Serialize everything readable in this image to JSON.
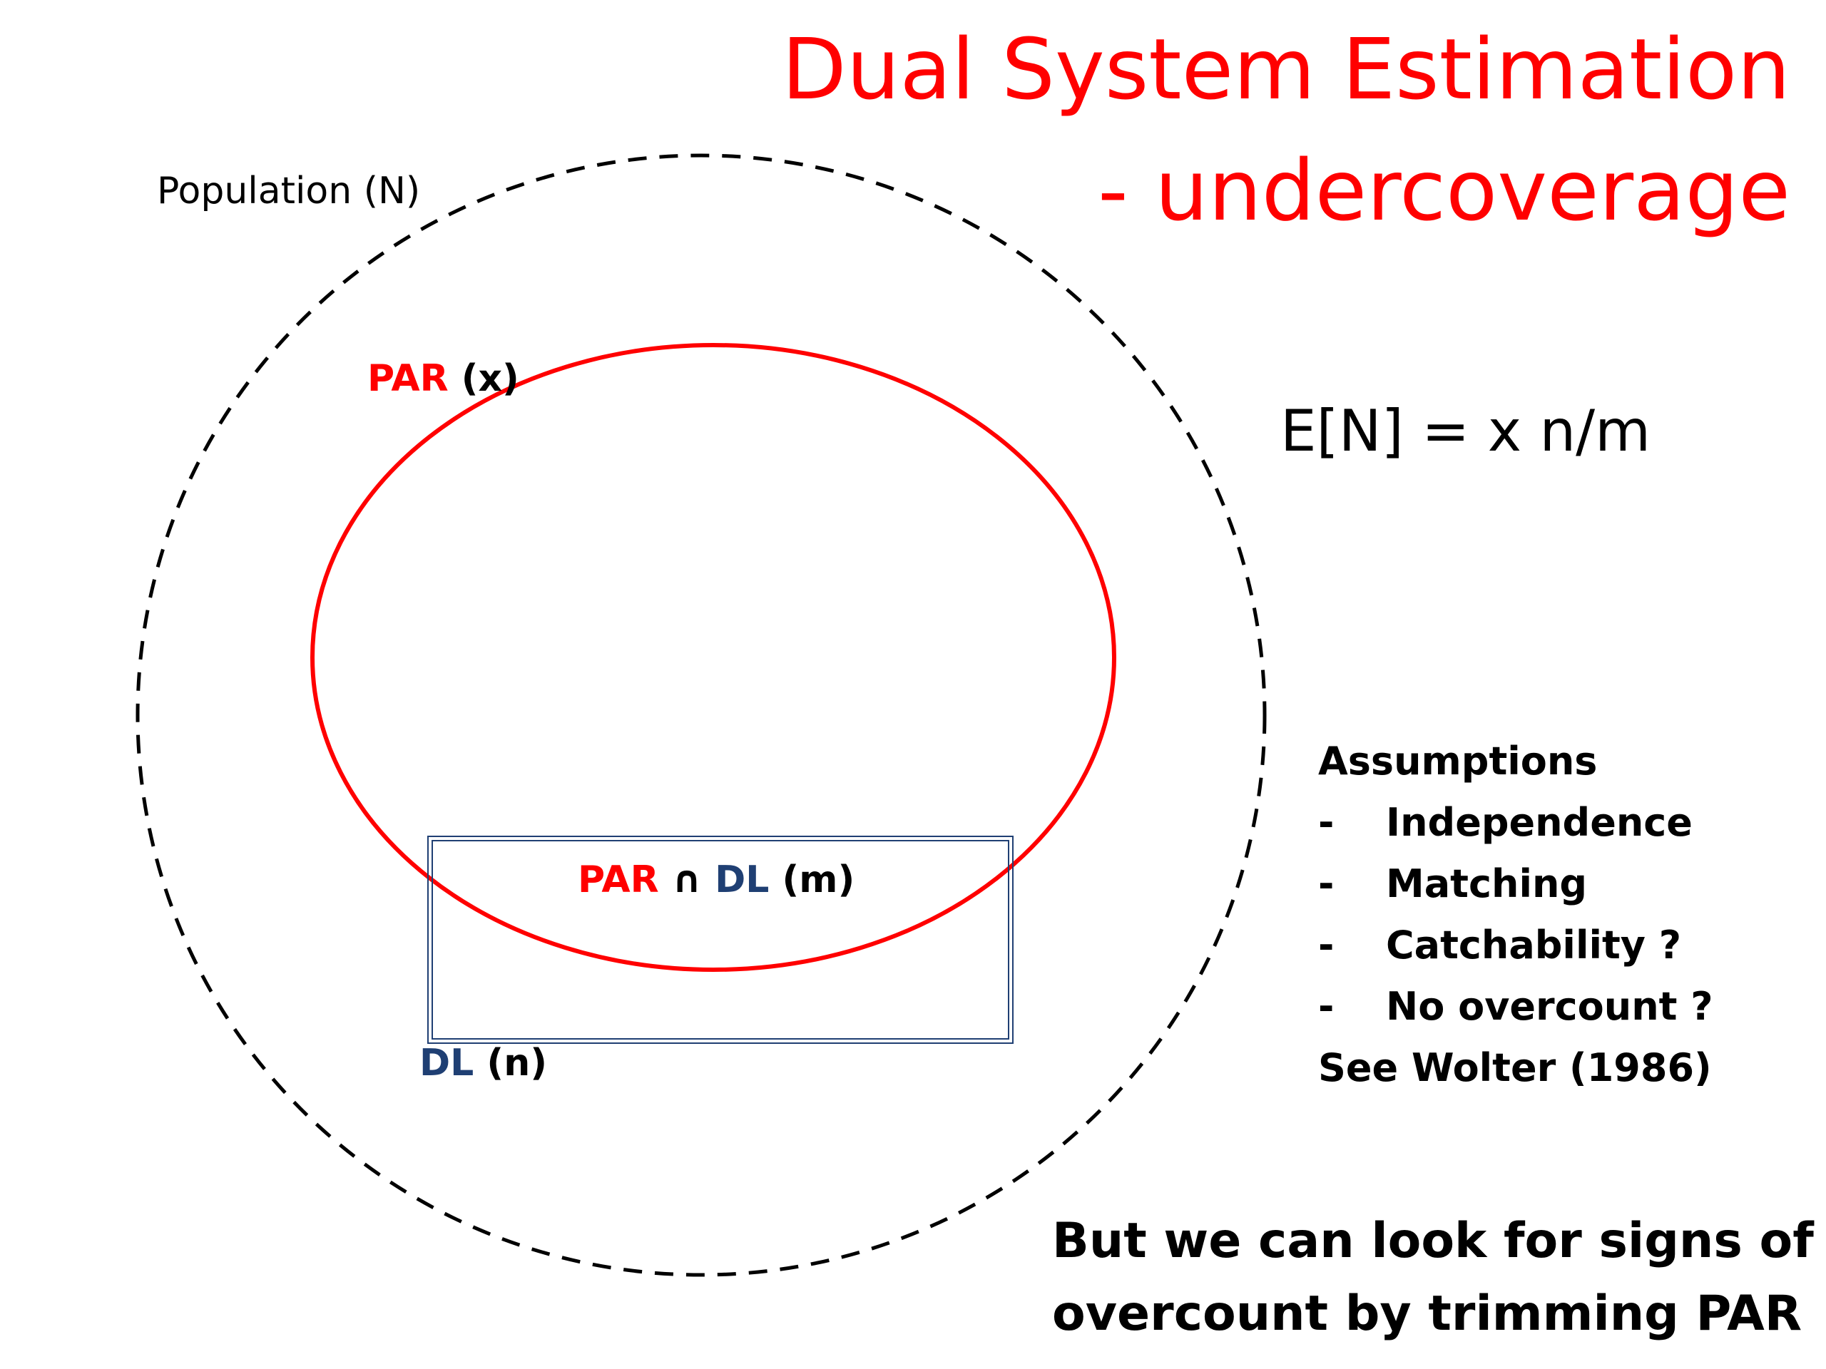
{
  "title": {
    "line1": "Dual System Estimation",
    "line2": "- undercoverage"
  },
  "labels": {
    "population": "Population (N)",
    "par": {
      "name": "PAR",
      "param": "(x)"
    },
    "intersection": {
      "left": "PAR",
      "symbol": "∩",
      "right": "DL",
      "param": "(m)"
    },
    "dl": {
      "name": "DL",
      "param": "(n)"
    }
  },
  "formula": "E[N] = x n/m",
  "assumptions": {
    "heading": "Assumptions",
    "items": [
      {
        "dash": "-",
        "text": "Independence"
      },
      {
        "dash": "-",
        "text": "Matching"
      },
      {
        "dash": "-",
        "text": "Catchability ?"
      },
      {
        "dash": "-",
        "text": "No overcount ?"
      }
    ],
    "reference": "See Wolter (1986)"
  },
  "conclusion": {
    "line1": "But we can look for signs of",
    "line2": "overcount by trimming PAR"
  },
  "colors": {
    "title": "#ff0000",
    "par": "#ff0000",
    "dl": "#1f3f73",
    "population": "#000000"
  }
}
